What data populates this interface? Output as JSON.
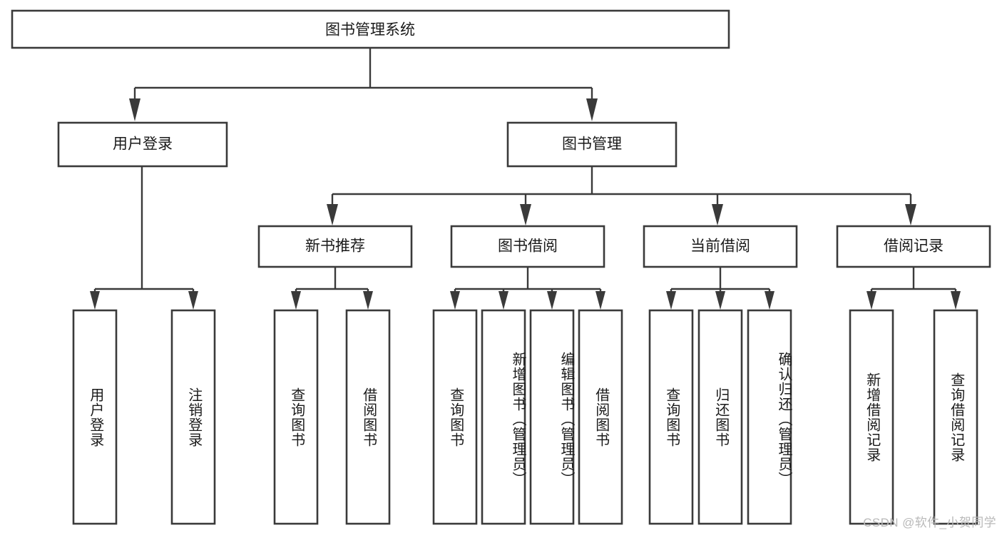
{
  "diagram": {
    "type": "tree-hierarchy",
    "title": "图书管理系统",
    "root": {
      "id": "root",
      "label": "图书管理系统"
    },
    "level2": [
      {
        "id": "user-login",
        "label": "用户登录"
      },
      {
        "id": "book-manage",
        "label": "图书管理"
      }
    ],
    "level3": [
      {
        "id": "new-book-rec",
        "label": "新书推荐",
        "parent": "book-manage"
      },
      {
        "id": "book-borrow",
        "label": "图书借阅",
        "parent": "book-manage"
      },
      {
        "id": "current-borrow",
        "label": "当前借阅",
        "parent": "book-manage"
      },
      {
        "id": "borrow-record",
        "label": "借阅记录",
        "parent": "book-manage"
      }
    ],
    "leaves": [
      {
        "id": "leaf-user-login",
        "label": "用户登录",
        "parent": "user-login"
      },
      {
        "id": "leaf-user-logout",
        "label": "注销登录",
        "parent": "user-login"
      },
      {
        "id": "leaf-rec-query-book",
        "label": "查询图书",
        "parent": "new-book-rec"
      },
      {
        "id": "leaf-rec-borrow-book",
        "label": "借阅图书",
        "parent": "new-book-rec"
      },
      {
        "id": "leaf-borrow-query-book",
        "label": "查询图书",
        "parent": "book-borrow"
      },
      {
        "id": "leaf-borrow-add-book",
        "label": "新增图书（管理员）",
        "parent": "book-borrow"
      },
      {
        "id": "leaf-borrow-edit-book",
        "label": "编辑图书（管理员）",
        "parent": "book-borrow"
      },
      {
        "id": "leaf-borrow-borrow-book",
        "label": "借阅图书",
        "parent": "book-borrow"
      },
      {
        "id": "leaf-cur-query-book",
        "label": "查询图书",
        "parent": "current-borrow"
      },
      {
        "id": "leaf-cur-return-book",
        "label": "归还图书",
        "parent": "current-borrow"
      },
      {
        "id": "leaf-cur-confirm-return",
        "label": "确认归还（管理员）",
        "parent": "current-borrow"
      },
      {
        "id": "leaf-rec-add-record",
        "label": "新增借阅记录",
        "parent": "borrow-record"
      },
      {
        "id": "leaf-rec-query-record",
        "label": "查询借阅记录",
        "parent": "borrow-record"
      }
    ],
    "colors": {
      "box_stroke": "#3a3a3a",
      "box_fill": "#ffffff",
      "connector": "#3a3a3a",
      "text": "#1a1a1a",
      "background": "#ffffff",
      "watermark": "#b9b9b9"
    }
  },
  "watermark": {
    "text": "CSDN @软件_小贺同学"
  }
}
